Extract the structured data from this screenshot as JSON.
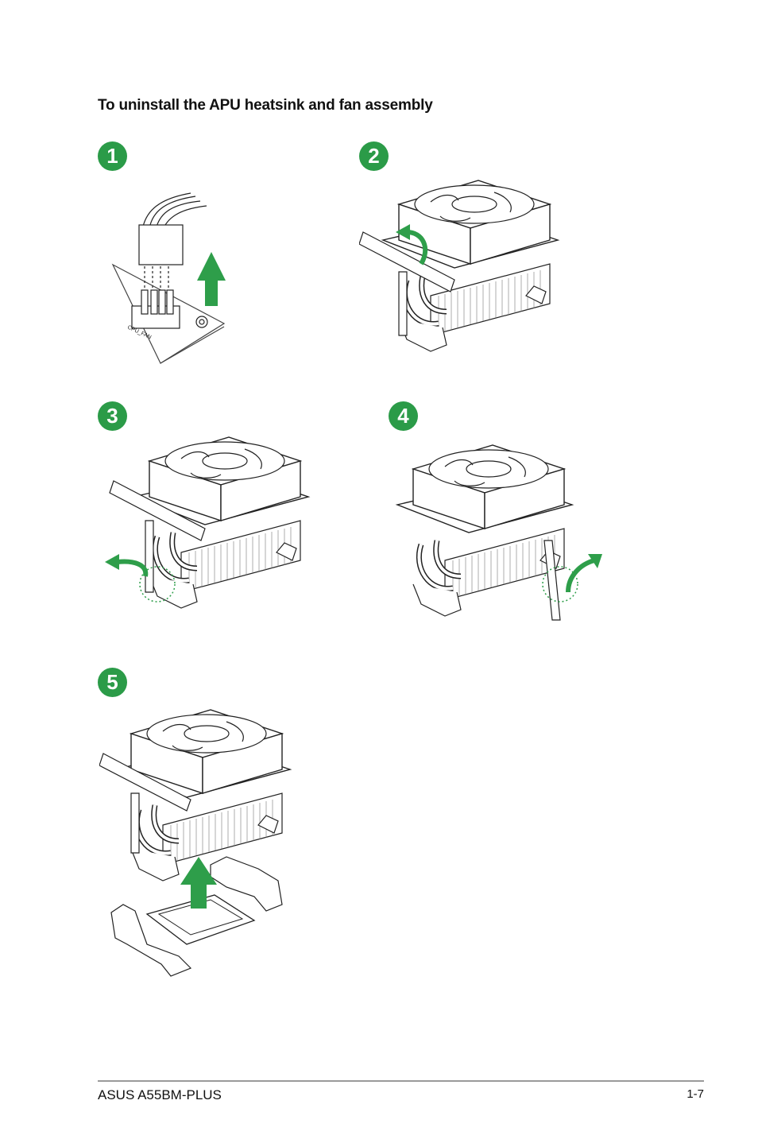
{
  "document": {
    "title": "To uninstall the APU heatsink and fan assembly"
  },
  "steps": [
    {
      "number": "1"
    },
    {
      "number": "2"
    },
    {
      "number": "3"
    },
    {
      "number": "4"
    },
    {
      "number": "5"
    }
  ],
  "figure1": {
    "connector_label": "CPU_FAN"
  },
  "footer": {
    "product": "ASUS A55BM-PLUS",
    "page_number": "1-7"
  },
  "colors": {
    "badge_green": "#2b9b48",
    "arrow_green": "#2e9e4a",
    "line": "#222222"
  }
}
